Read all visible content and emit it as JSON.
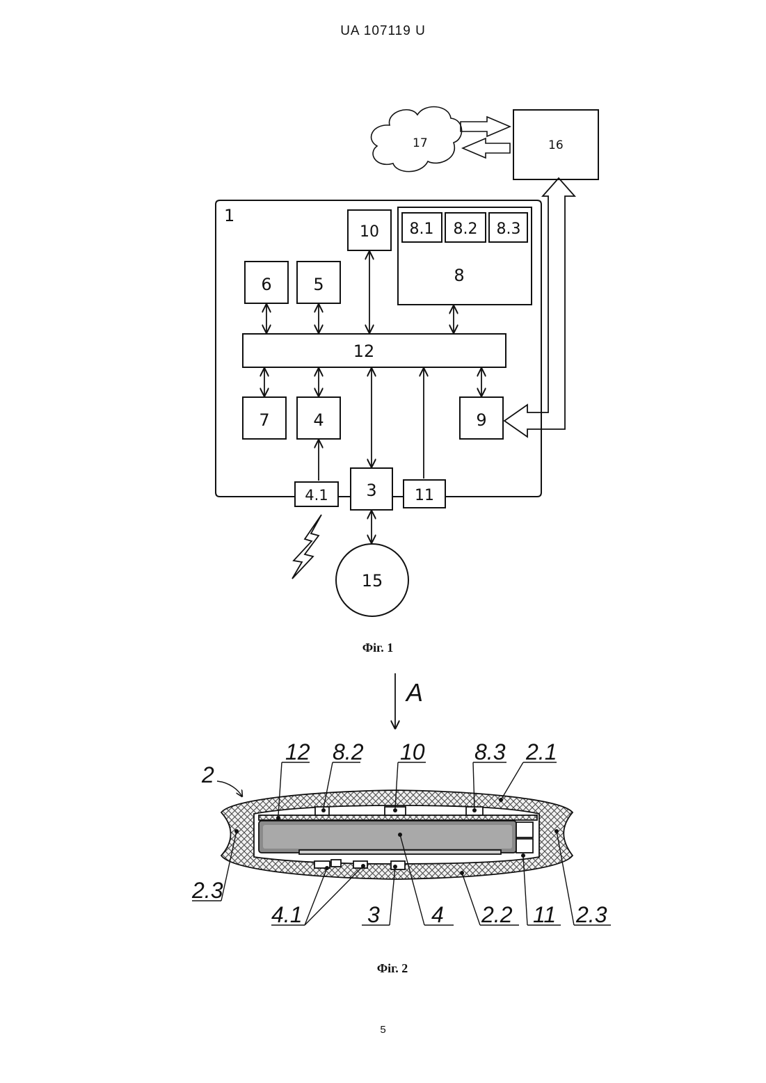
{
  "header": {
    "patent_number": "UA   107119   U"
  },
  "figure1": {
    "caption": "Фіг. 1",
    "cloud_label": "17",
    "server_label": "16",
    "device_label": "1",
    "blocks": {
      "b10": "10",
      "b81": "8.1",
      "b82": "8.2",
      "b83": "8.3",
      "b8": "8",
      "b6": "6",
      "b5": "5",
      "b12": "12",
      "b7": "7",
      "b4": "4",
      "b9": "9",
      "b41": "4.1",
      "b3": "3",
      "b11": "11",
      "b15": "15"
    }
  },
  "figure2": {
    "caption": "Фіг. 2",
    "view_label": "A",
    "labels": {
      "l2": "2",
      "l12": "12",
      "l82": "8.2",
      "l10": "10",
      "l83": "8.3",
      "l21": "2.1",
      "l23_left": "2.3",
      "l41": "4.1",
      "l3": "3",
      "l4": "4",
      "l22": "2.2",
      "l11": "11",
      "l23_right": "2.3"
    }
  },
  "footer": {
    "page_number": "5"
  }
}
